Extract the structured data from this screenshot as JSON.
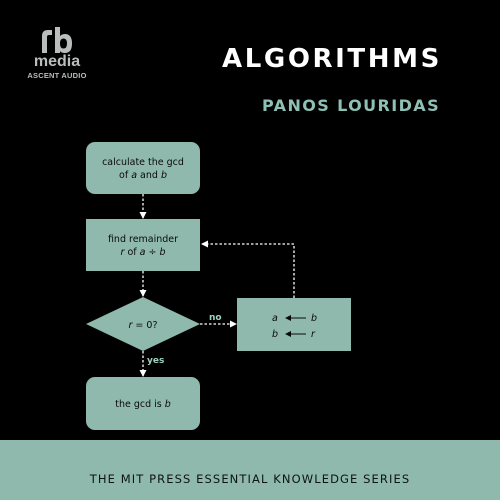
{
  "publisher": {
    "logo_word": "media",
    "logo_sub": "ASCENT AUDIO"
  },
  "cover": {
    "title": "ALGORITHMS",
    "author": "PANOS LOURIDAS",
    "series": "THE MIT PRESS ESSENTIAL KNOWLEDGE SERIES"
  },
  "flowchart": {
    "start": {
      "line1": "calculate the gcd",
      "line2a": "of ",
      "a": "a",
      "line2b": " and ",
      "b": "b"
    },
    "remainder": {
      "line1": "find remainder",
      "r": "r",
      "line2a": " of ",
      "a": "a",
      "op": " ÷ ",
      "b": "b"
    },
    "decision": {
      "r": "r",
      "text": " = 0?"
    },
    "assign": {
      "row1_left": "a",
      "row1_right": "b",
      "row2_left": "b",
      "row2_right": "r"
    },
    "end": {
      "text": "the gcd is ",
      "b": "b"
    },
    "labels": {
      "no": "no",
      "yes": "yes"
    }
  },
  "colors": {
    "box": "#8fb9ad",
    "title": "#ffffff",
    "author": "#8fc0b4",
    "background": "#000000"
  }
}
